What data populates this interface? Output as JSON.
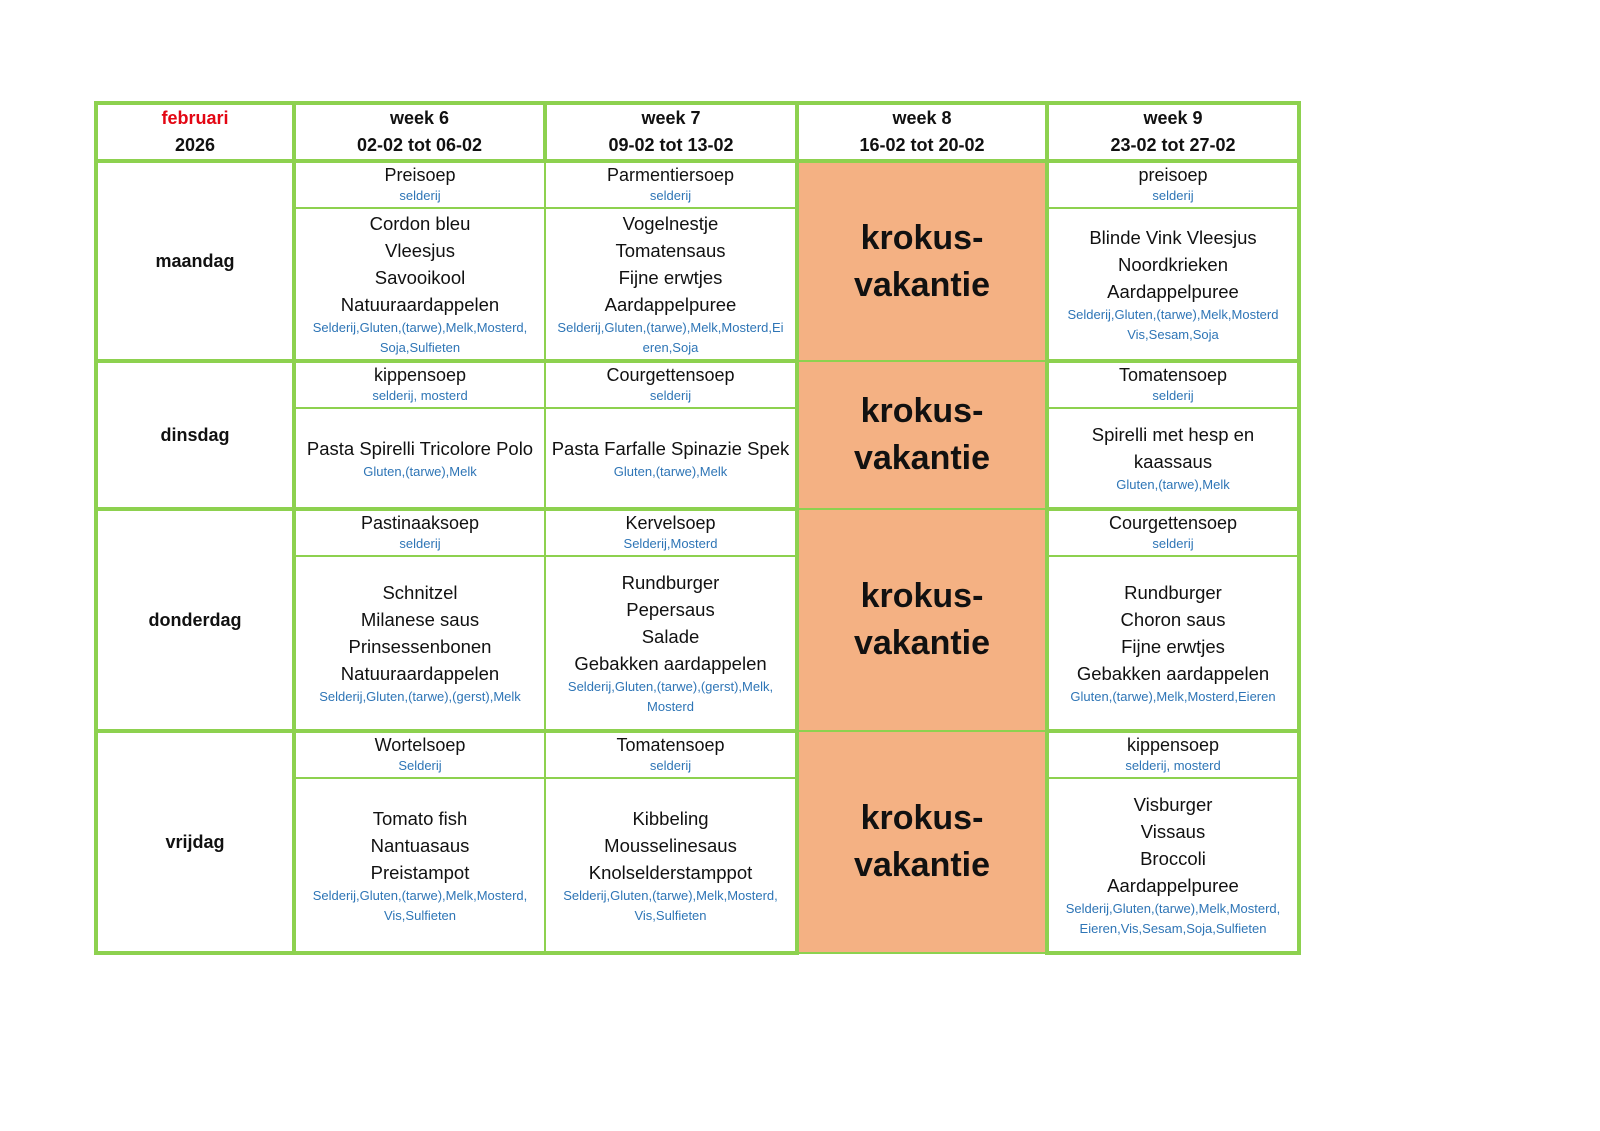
{
  "header": {
    "month": "februari",
    "year": "2026",
    "weeks": [
      {
        "label": "week 6",
        "range": "02-02 tot 06-02"
      },
      {
        "label": "week 7",
        "range": "09-02 tot 13-02"
      },
      {
        "label": "week 8",
        "range": "16-02 tot 20-02"
      },
      {
        "label": "week 9",
        "range": "23-02 tot 27-02"
      }
    ]
  },
  "vacation": {
    "line1": "krokus-",
    "line2": "vakantie"
  },
  "days": [
    {
      "name": "maandag",
      "cells": [
        {
          "soup": "Preisoep",
          "soup_alg": "selderij",
          "main": [
            "Cordon bleu",
            "Vleesjus",
            "Savooikool",
            "Natuuraardappelen"
          ],
          "alg": "Selderij,Gluten,(tarwe),Melk,Mosterd, Soja,Sulfieten"
        },
        {
          "soup": "Parmentiersoep",
          "soup_alg": "selderij",
          "main": [
            "Vogelnestje",
            "Tomatensaus",
            "Fijne erwtjes",
            "Aardappelpuree"
          ],
          "alg": "Selderij,Gluten,(tarwe),Melk,Mosterd,Ei eren,Soja"
        },
        {
          "soup": "preisoep",
          "soup_alg": "selderij",
          "main": [
            "Blinde Vink Vleesjus",
            "Noordkrieken",
            "Aardappelpuree"
          ],
          "alg": "Selderij,Gluten,(tarwe),Melk,Mosterd Vis,Sesam,Soja"
        }
      ]
    },
    {
      "name": "dinsdag",
      "cells": [
        {
          "soup": "kippensoep",
          "soup_alg": "selderij, mosterd",
          "main": [
            "Pasta Spirelli Tricolore Polo"
          ],
          "alg": "Gluten,(tarwe),Melk"
        },
        {
          "soup": "Courgettensoep",
          "soup_alg": "selderij",
          "main": [
            "Pasta Farfalle Spinazie Spek"
          ],
          "alg": "Gluten,(tarwe),Melk"
        },
        {
          "soup": "Tomatensoep",
          "soup_alg": "selderij",
          "main": [
            "Spirelli met hesp en kaassaus"
          ],
          "alg": "Gluten,(tarwe),Melk"
        }
      ]
    },
    {
      "name": "donderdag",
      "cells": [
        {
          "soup": "Pastinaaksoep",
          "soup_alg": "selderij",
          "main": [
            "Schnitzel",
            "Milanese saus",
            "Prinsessenbonen",
            "Natuuraardappelen"
          ],
          "alg": "Selderij,Gluten,(tarwe),(gerst),Melk"
        },
        {
          "soup": "Kervelsoep",
          "soup_alg": "Selderij,Mosterd",
          "main": [
            "Rundburger",
            "Pepersaus",
            "Salade",
            "Gebakken aardappelen"
          ],
          "alg": "Selderij,Gluten,(tarwe),(gerst),Melk, Mosterd"
        },
        {
          "soup": "Courgettensoep",
          "soup_alg": "selderij",
          "main": [
            "Rundburger",
            "Choron saus",
            "Fijne erwtjes",
            "Gebakken aardappelen"
          ],
          "alg": "Gluten,(tarwe),Melk,Mosterd,Eieren"
        }
      ]
    },
    {
      "name": "vrijdag",
      "cells": [
        {
          "soup": "Wortelsoep",
          "soup_alg": "Selderij",
          "main": [
            "Tomato fish",
            "Nantuasaus",
            "Preistampot"
          ],
          "alg": "Selderij,Gluten,(tarwe),Melk,Mosterd, Vis,Sulfieten"
        },
        {
          "soup": "Tomatensoep",
          "soup_alg": "selderij",
          "main": [
            "Kibbeling",
            "Mousselinesaus",
            "Knolselderstamppot"
          ],
          "alg": "Selderij,Gluten,(tarwe),Melk,Mosterd, Vis,Sulfieten"
        },
        {
          "soup": "kippensoep",
          "soup_alg": "selderij, mosterd",
          "main": [
            "Visburger",
            "Vissaus",
            "Broccoli",
            "Aardappelpuree"
          ],
          "alg": "Selderij,Gluten,(tarwe),Melk,Mosterd, Eieren,Vis,Sesam,Soja,Sulfieten"
        }
      ]
    }
  ]
}
